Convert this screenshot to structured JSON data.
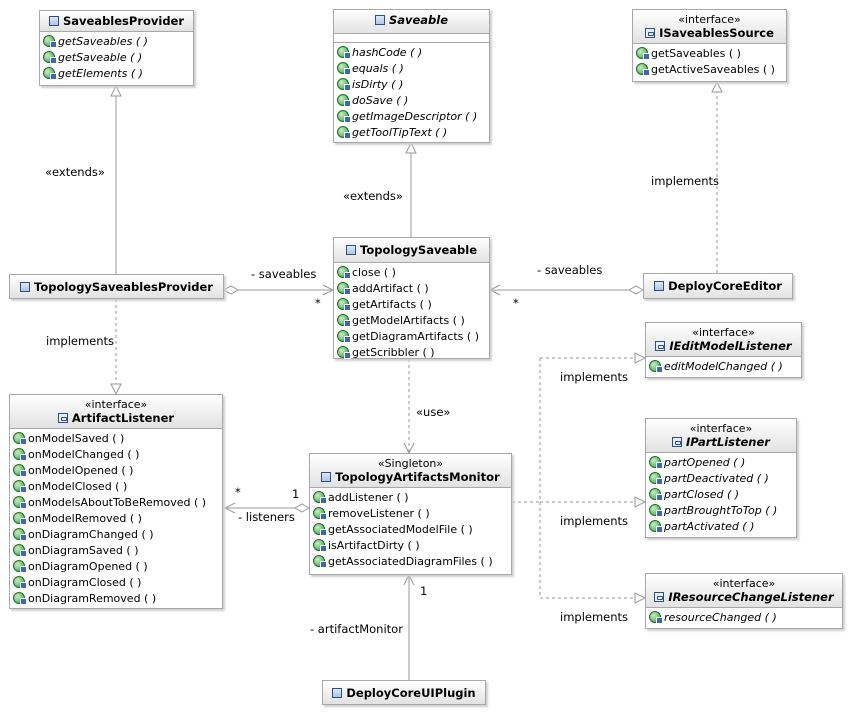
{
  "classes": {
    "saveables_provider": {
      "name": "SaveablesProvider",
      "ops": [
        "getSaveables ( )",
        "getSaveable ( )",
        "getElements ( )"
      ]
    },
    "saveable": {
      "name": "Saveable",
      "ops": [
        "hashCode ( )",
        "equals ( )",
        "isDirty ( )",
        "doSave ( )",
        "getImageDescriptor ( )",
        "getToolTipText ( )"
      ]
    },
    "isaveables_source": {
      "stereotype": "«interface»",
      "name": "ISaveablesSource",
      "ops": [
        "getSaveables ( )",
        "getActiveSaveables ( )"
      ]
    },
    "topology_saveables_provider": {
      "name": "TopologySaveablesProvider"
    },
    "topology_saveable": {
      "name": "TopologySaveable",
      "ops": [
        "close ( )",
        "addArtifact ( )",
        "getArtifacts ( )",
        "getModelArtifacts ( )",
        "getDiagramArtifacts ( )",
        "getScribbler ( )"
      ]
    },
    "deploy_core_editor": {
      "name": "DeployCoreEditor"
    },
    "iedit_model_listener": {
      "stereotype": "«interface»",
      "name": "IEditModelListener",
      "ops": [
        "editModelChanged ( )"
      ]
    },
    "artifact_listener": {
      "stereotype": "«interface»",
      "name": "ArtifactListener",
      "ops": [
        "onModelSaved ( )",
        "onModelChanged ( )",
        "onModelOpened ( )",
        "onModelClosed ( )",
        "onModelsAboutToBeRemoved ( )",
        "onModelRemoved ( )",
        "onDiagramChanged ( )",
        "onDiagramSaved ( )",
        "onDiagramOpened ( )",
        "onDiagramClosed ( )",
        "onDiagramRemoved ( )"
      ]
    },
    "topology_artifacts_monitor": {
      "stereotype": "«Singleton»",
      "name": "TopologyArtifactsMonitor",
      "ops": [
        "addListener ( )",
        "removeListener ( )",
        "getAssociatedModelFile ( )",
        "isArtifactDirty ( )",
        "getAssociatedDiagramFiles ( )"
      ]
    },
    "ipart_listener": {
      "stereotype": "«interface»",
      "name": "IPartListener",
      "ops": [
        "partOpened ( )",
        "partDeactivated ( )",
        "partClosed ( )",
        "partBroughtToTop ( )",
        "partActivated ( )"
      ]
    },
    "iresource_change_listener": {
      "stereotype": "«interface»",
      "name": "IResourceChangeListener",
      "ops": [
        "resourceChanged ( )"
      ]
    },
    "deploy_core_ui_plugin": {
      "name": "DeployCoreUIPlugin"
    }
  },
  "labels": {
    "extends_1": "«extends»",
    "extends_2": "«extends»",
    "implements_source": "implements",
    "implements_artifact": "implements",
    "implements_edit_model": "implements",
    "implements_part": "implements",
    "implements_resource": "implements",
    "saveables_left": "- saveables",
    "saveables_right": "- saveables",
    "mult_star_left": "*",
    "mult_star_right": "*",
    "use": "«use»",
    "mult_star_listeners": "*",
    "mult_one_listeners": "1",
    "listeners": "- listeners",
    "mult_one_monitor": "1",
    "artifact_monitor": "- artifactMonitor"
  },
  "colors": {
    "border": "#a8a8a8",
    "line": "#999999",
    "icon_class": "#2a4f8f",
    "icon_method": "#2e9a3a"
  }
}
